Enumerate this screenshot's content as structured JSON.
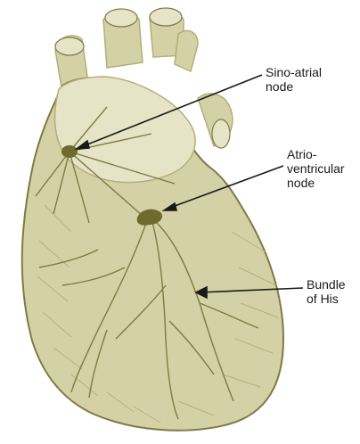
{
  "labels": {
    "sino_atrial": "Sino-atrial\nnode",
    "atrio_ventricular": "Atrio-\nventricular\nnode",
    "bundle_of_his": "Bundle\nof His"
  },
  "colors": {
    "tissue_fill": "#d4d1a6",
    "tissue_light": "#e6e4c6",
    "tissue_shadow": "#b3ae78",
    "tissue_line": "#7f7a43",
    "node_fill": "#6f6a2e",
    "pointer": "#1a1a1a"
  }
}
